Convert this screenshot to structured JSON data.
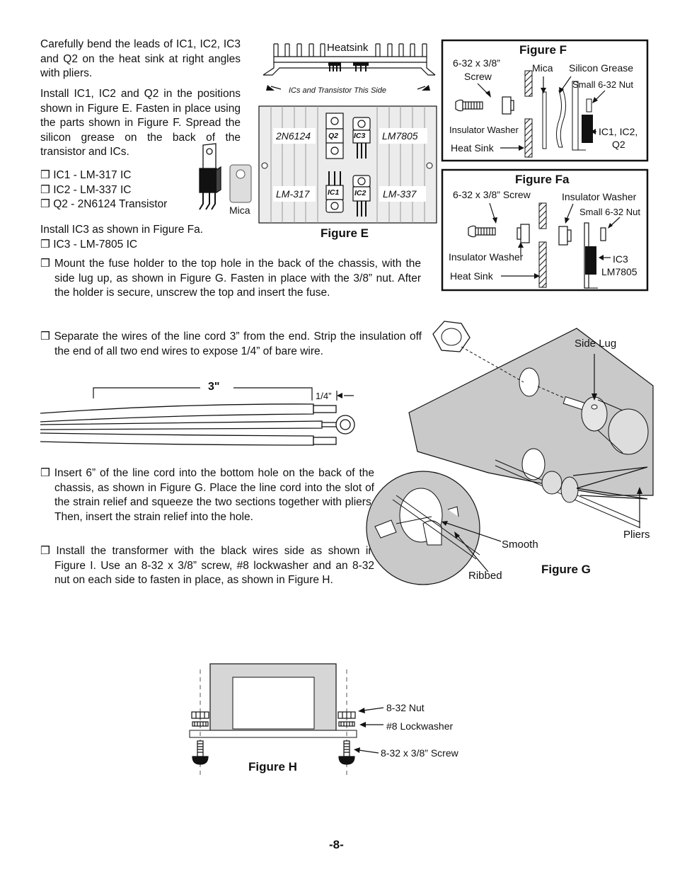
{
  "intro": {
    "bend_leads": "Carefully bend the leads of IC1, IC2, IC3 and Q2 on the heat sink at right angles with pliers.",
    "install_parts": "Install IC1, IC2 and Q2 in the positions shown in Figure E. Fasten in place using the parts shown in Figure F. Spread the silicon grease on the back of the transistor and ICs."
  },
  "checklist_f": [
    "❒ IC1 - LM-317 IC",
    "❒ IC2 - LM-337 IC",
    "❒ Q2 - 2N6124 Transistor"
  ],
  "mica_label": "Mica",
  "install_ic3": "Install IC3 as shown in Figure Fa.",
  "checklist_fa": [
    "❒ IC3 - LM-7805 IC"
  ],
  "figure_e": {
    "title": "Figure E",
    "heatsink_label": "Heatsink",
    "ics_label": "ICs and Transistor This Side",
    "labels": {
      "q2_part": "2N6124",
      "ic3_part": "LM7805",
      "ic1_part": "LM-317",
      "ic2_part": "LM-337",
      "q2_tag": "Q2",
      "ic3_tag": "IC3",
      "ic1_tag": "IC1",
      "ic2_tag": "IC2"
    }
  },
  "figure_f": {
    "title": "Figure F",
    "screw": "6-32 x 3/8”",
    "screw2": "Screw",
    "mica": "Mica",
    "grease": "Silicon Grease",
    "nut": "Small 6-32 Nut",
    "washer": "Insulator Washer",
    "heatsink": "Heat Sink",
    "ic": "IC1, IC2,",
    "ic2": "Q2"
  },
  "figure_fa": {
    "title": "Figure Fa",
    "screw": "6-32 x 3/8” Screw",
    "washer_top": "Insulator Washer",
    "nut": "Small 6-32 Nut",
    "washer_left": "Insulator Washer",
    "heatsink": "Heat Sink",
    "ic": "IC3",
    "ic2": "LM7805"
  },
  "steps": {
    "fuse": "❒ Mount the fuse holder to the top hole in the back of the chassis, with the side lug up, as shown in Figure G.  Fasten in place with the 3/8” nut.  After the holder is secure, unscrew the top and insert the fuse.",
    "separate": "❒ Separate the wires of the line cord 3” from the end.  Strip the insulation off the end of all two end wires to expose 1/4” of bare wire.",
    "insert": "❒ Insert 6” of the line cord into the bottom hole on the back of the chassis, as shown in Figure G.  Place the line cord into the slot of the strain relief and squeeze the two sections together with pliers.  Then, insert the strain relief into the hole.",
    "transformer": "❒ Install the transformer with the black wires side as shown in Figure I.  Use an 8-32 x 3/8” screw, #8 lockwasher and an 8-32 nut on each side to fasten in place, as shown in Figure H."
  },
  "wire_fig": {
    "three_in": "3\"",
    "quarter": "1/4”"
  },
  "figure_g": {
    "title": "Figure G",
    "side_lug": "Side Lug",
    "pliers": "Pliers",
    "smooth": "Smooth",
    "ribbed": "Ribbed"
  },
  "figure_h": {
    "title": "Figure H",
    "nut": "8-32 Nut",
    "lockwasher": "#8 Lockwasher",
    "screw": "8-32 x 3/8” Screw"
  },
  "page_number": "-8-"
}
